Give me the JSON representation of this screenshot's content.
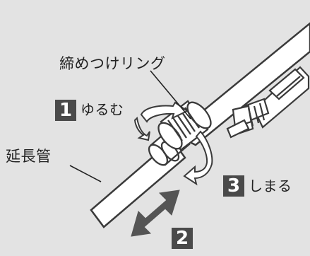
{
  "labels": {
    "ring": "締めつけリング",
    "tube": "延長管"
  },
  "steps": [
    {
      "number": "1",
      "text": "ゆるむ"
    },
    {
      "number": "3",
      "text": "しまる"
    },
    {
      "number": "2",
      "text": ""
    }
  ],
  "colors": {
    "background": "#e3e3e3",
    "outline": "#3a3a3a",
    "fill": "#ffffff",
    "step_box": "#4a4a4a",
    "arrow": "#555555"
  }
}
